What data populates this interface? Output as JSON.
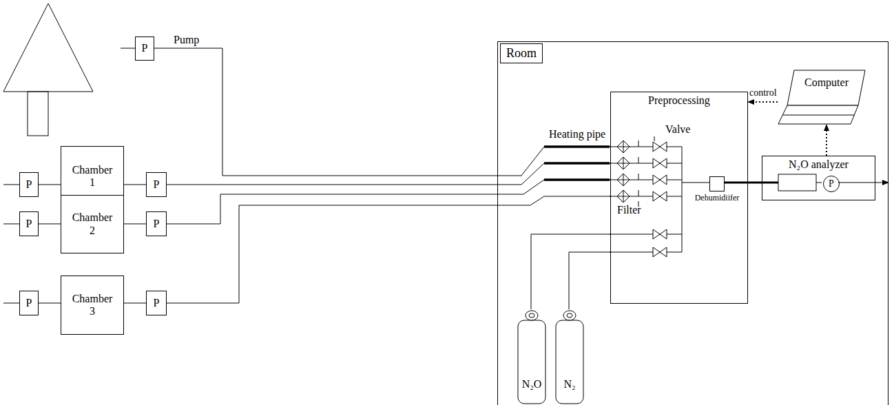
{
  "diagram": {
    "nodes": [
      {
        "text": [
          "Room"
        ]
      },
      {
        "text": [
          "Preprocessing"
        ],
        "in": 0
      },
      {
        "text": [
          "Dehumidiifer"
        ],
        "in": 1
      },
      {
        "text": [
          "Computer"
        ],
        "in": 0
      },
      {
        "text": [
          "N₂O analyzer"
        ],
        "in": 0
      },
      {
        "text": [
          "P"
        ],
        "in": 4
      },
      {
        "text": [
          "N₂O"
        ],
        "in": 0
      },
      {
        "text": [
          "N₂"
        ],
        "in": 0
      },
      {
        "text": [
          "P"
        ]
      },
      {
        "text": [
          "P"
        ]
      },
      {
        "text": [
          "Chamber 1"
        ]
      },
      {
        "text": [
          "P"
        ]
      },
      {
        "text": [
          "P"
        ]
      },
      {
        "text": [
          "Chamber 2"
        ]
      },
      {
        "text": [
          "P"
        ]
      },
      {
        "text": [
          "P"
        ]
      },
      {
        "text": [
          "Chamber 3"
        ]
      },
      {
        "text": [
          "P"
        ]
      }
    ],
    "edges": [
      {
        "from": 9,
        "to": 10,
        "arrow": "none"
      },
      {
        "from": 10,
        "to": 11,
        "arrow": "none"
      },
      {
        "from": 11,
        "to": 1,
        "arrow": "none"
      },
      {
        "from": 12,
        "to": 13,
        "arrow": "none"
      },
      {
        "from": 13,
        "to": 14,
        "arrow": "none"
      },
      {
        "from": 14,
        "to": 1,
        "arrow": "none"
      },
      {
        "from": 15,
        "to": 16,
        "arrow": "none"
      },
      {
        "from": 16,
        "to": 17,
        "arrow": "none"
      },
      {
        "from": 17,
        "to": 1,
        "arrow": "none"
      },
      {
        "from": 8,
        "to": 1,
        "arrow": "none"
      },
      {
        "from": 6,
        "to": 1,
        "arrow": "none"
      },
      {
        "from": 7,
        "to": 1,
        "arrow": "none"
      },
      {
        "from": 1,
        "to": 2,
        "arrow": "none"
      },
      {
        "from": 2,
        "to": 4,
        "arrow": "none"
      },
      {
        "from": 3,
        "to": 1,
        "label": "control",
        "arrow": "to"
      },
      {
        "from": 4,
        "to": 3,
        "arrow": "to"
      }
    ],
    "labels": [
      "Pump",
      "Heating pipe",
      "Valve",
      "Filter"
    ]
  }
}
